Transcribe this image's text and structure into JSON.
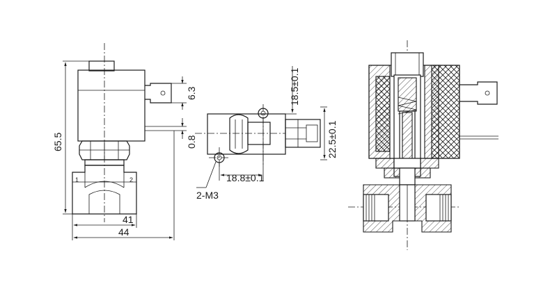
{
  "side_view": {
    "dim_height_total": "65.5",
    "dim_terminal_width": "6.3",
    "dim_terminal_thickness": "0.8",
    "dim_body_width": "41",
    "dim_overall_width": "44",
    "port_1": "1",
    "port_2": "2"
  },
  "top_view": {
    "dim_top": "18.5±0.1",
    "dim_right": "22.5±0.1",
    "dim_bottom": "18.8±0.1",
    "mount_holes": "2-M3"
  }
}
